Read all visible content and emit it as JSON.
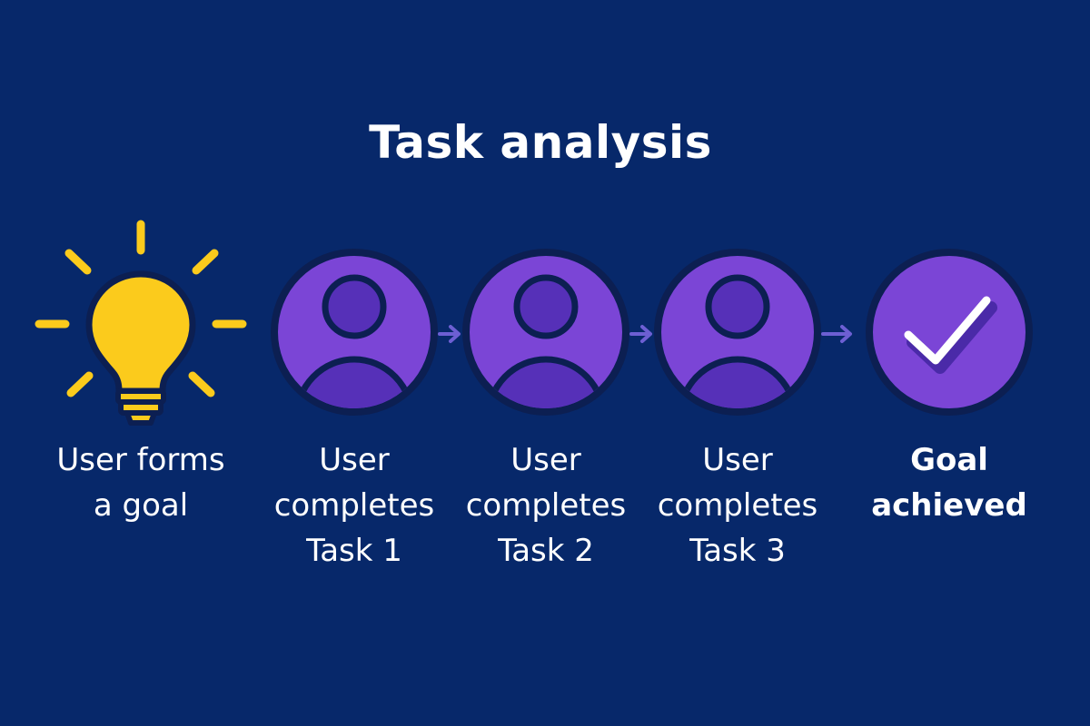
{
  "title": "Task analysis",
  "steps": [
    {
      "label": "User forms\na goal",
      "icon": "lightbulb-icon"
    },
    {
      "label": "User\ncompletes\nTask 1",
      "icon": "user-icon"
    },
    {
      "label": "User\ncompletes\nTask 2",
      "icon": "user-icon"
    },
    {
      "label": "User\ncompletes\nTask 3",
      "icon": "user-icon"
    },
    {
      "label": "Goal\nachieved",
      "icon": "checkmark-icon"
    }
  ],
  "colors": {
    "background": "#07286a",
    "bulb": "#fbcb1c",
    "circle_fill": "#7b45d6",
    "circle_ring": "#0c1f52",
    "person_fill": "#5630b8",
    "arrow": "#6d5fd3",
    "check": "#ffffff"
  }
}
